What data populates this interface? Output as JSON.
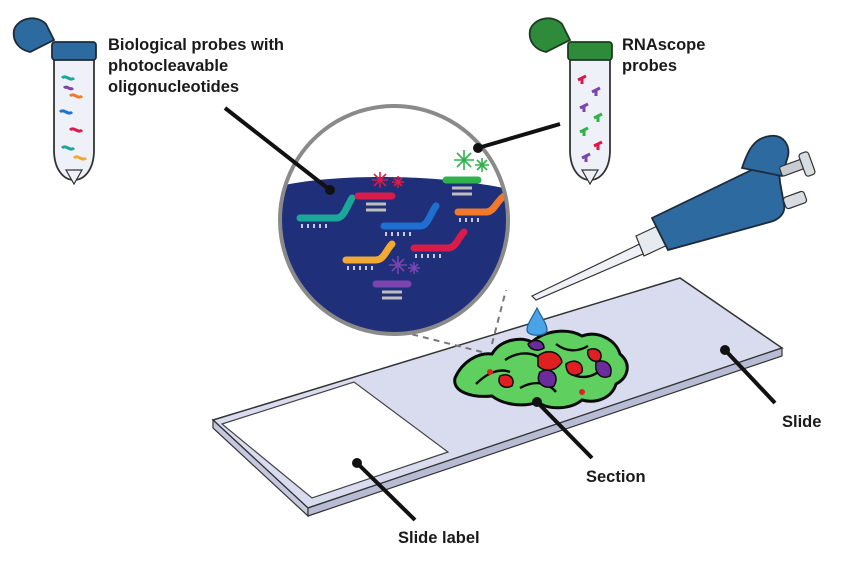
{
  "labels": {
    "bio_probes": [
      "Biological probes with",
      "photocleavable",
      "oligonucleotides"
    ],
    "rnascope_probes": [
      "RNAscope",
      "probes"
    ],
    "slide": "Slide",
    "section": "Section",
    "slide_label": "Slide label"
  },
  "icons": {
    "bio_tube": "blue-tube-icon",
    "rna_tube": "green-tube-icon",
    "pipette": "pipette-icon",
    "magnifier": "magnified-circle-icon",
    "drop": "droplet-icon"
  },
  "colors": {
    "tube_blue": "#2c6aa0",
    "tube_green": "#2e8b3a",
    "tissue_bg": "#1f2f7a",
    "slide": "#d9dcef",
    "tissue_green": "#5fd05f",
    "tissue_red": "#e02020",
    "tissue_purple": "#6a2c9a",
    "probe_teal": "#1aa89a",
    "probe_red": "#d81b4a",
    "probe_blue": "#1f6fd0",
    "probe_orange": "#f07a2a",
    "probe_yellow": "#f2a933",
    "probe_purple": "#7b45b0",
    "probe_green": "#2fb24a"
  }
}
